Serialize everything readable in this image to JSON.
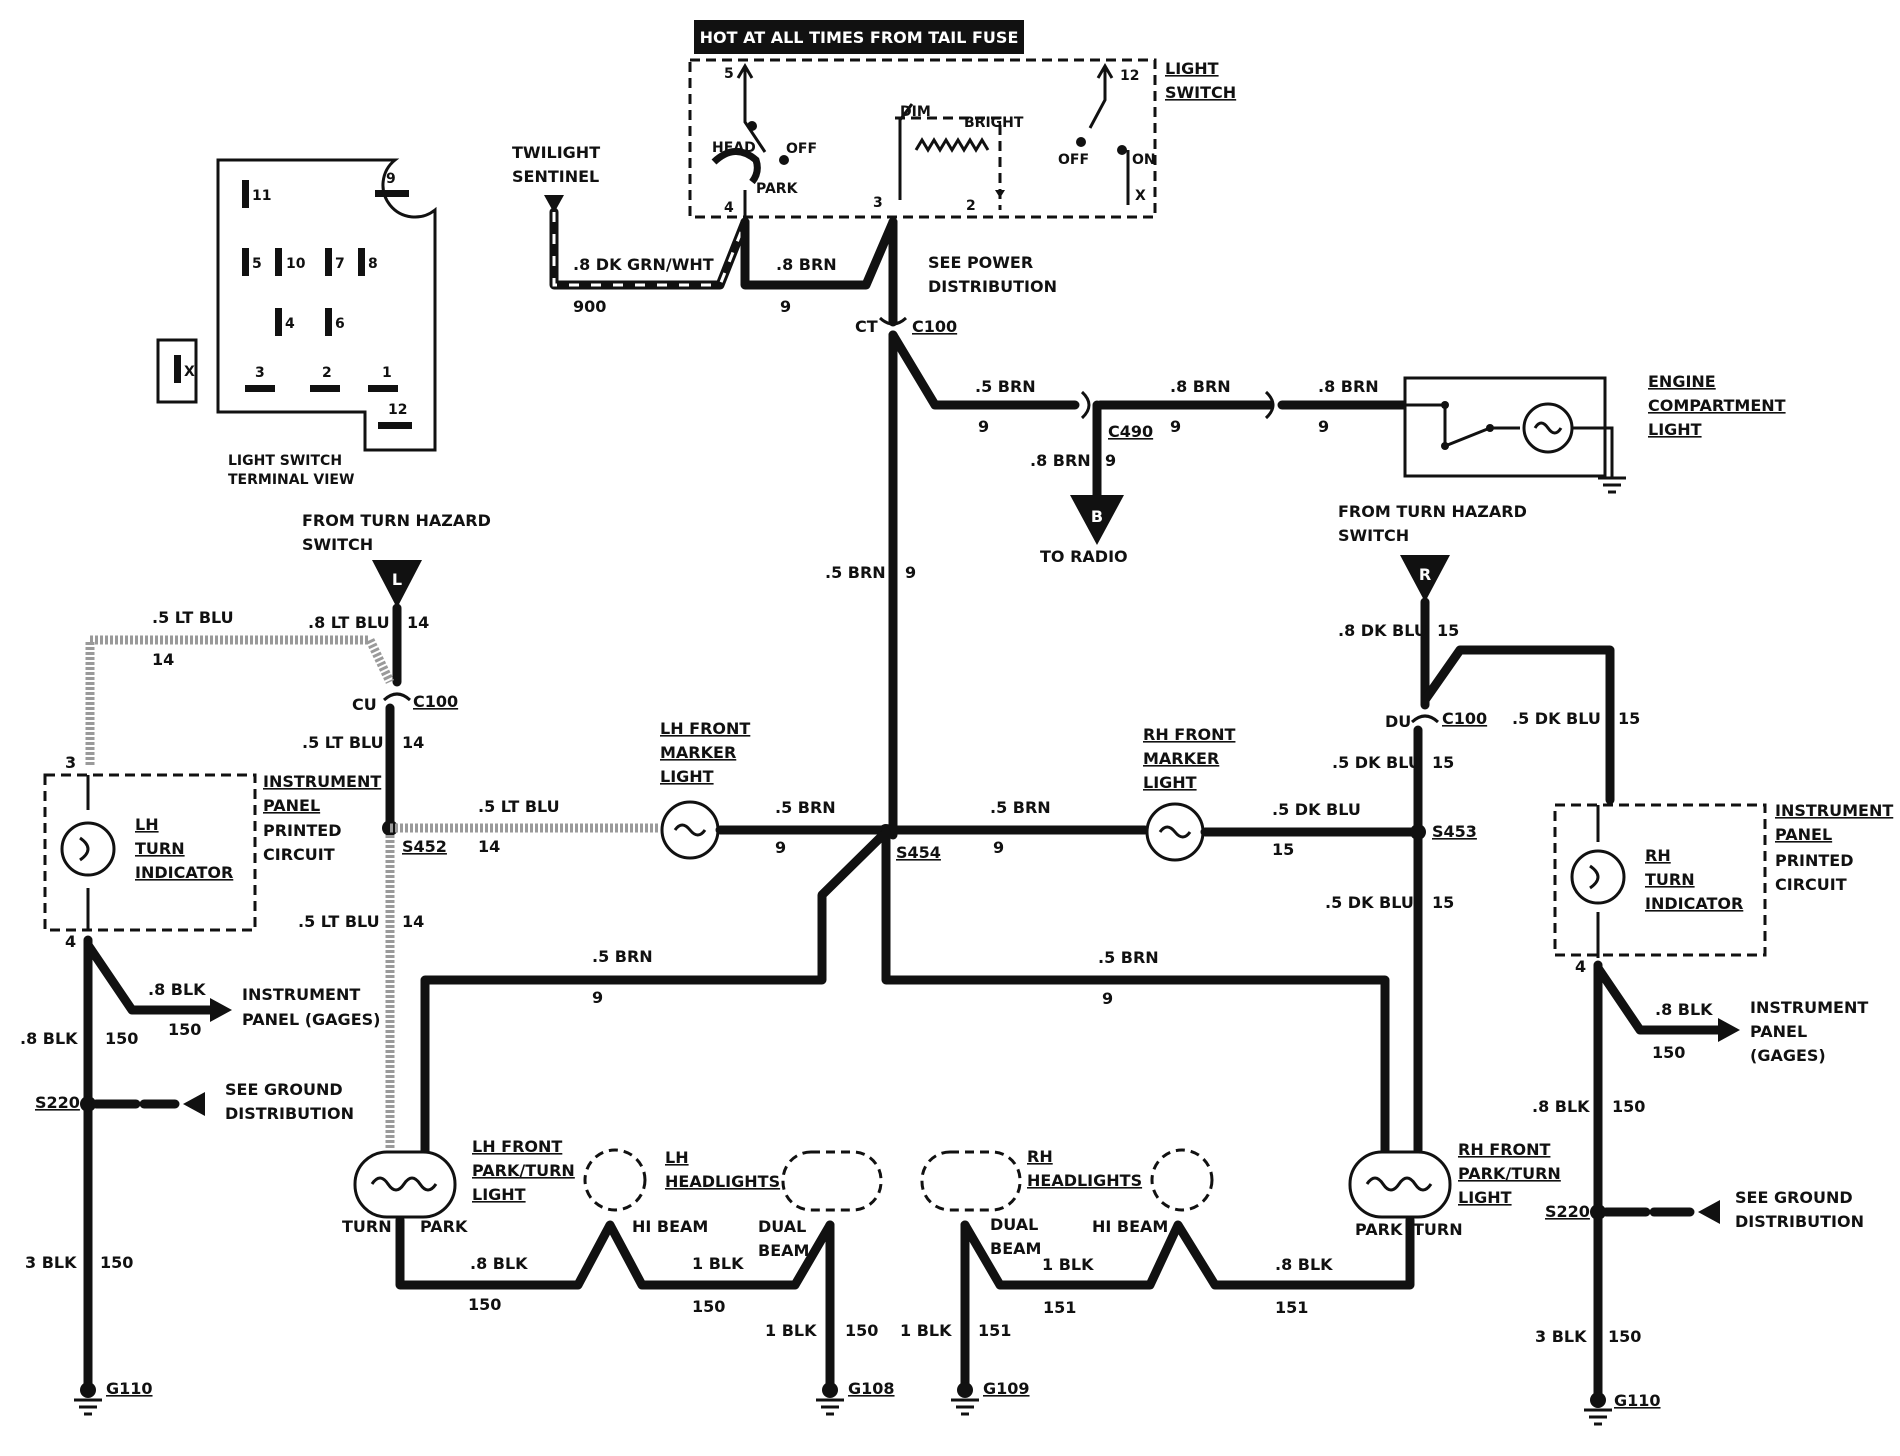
{
  "banner": "HOT AT ALL TIMES FROM TAIL FUSE",
  "light_switch": {
    "title": [
      "LIGHT",
      "SWITCH"
    ],
    "head": "HEAD",
    "off": "OFF",
    "park": "PARK",
    "dim": "DIM",
    "bright": "BRIGHT",
    "off2": "OFF",
    "on": "ON",
    "pins": {
      "p5": "5",
      "p12": "12",
      "p4": "4",
      "p3": "3",
      "p2": "2",
      "px": "X"
    }
  },
  "terminal_view": {
    "labels": [
      "11",
      "9",
      "5",
      "10",
      "7",
      "8",
      "4",
      "6",
      "3",
      "2",
      "1",
      "12",
      "X"
    ],
    "caption": [
      "LIGHT SWITCH",
      "TERMINAL VIEW"
    ]
  },
  "twilight": {
    "name": [
      "TWILIGHT",
      "SENTINEL"
    ],
    "wire": ".8 DK GRN/WHT",
    "circuit": "900"
  },
  "top_wires": {
    "brn": ".8 BRN",
    "circuit": "9",
    "see_power": [
      "SEE POWER",
      "DISTRIBUTION"
    ],
    "ct": "CT",
    "c100": "C100"
  },
  "engine_feed": {
    "w1": ".5 BRN",
    "c1": "9",
    "w2": ".8 BRN",
    "c2": "9",
    "w3": ".8 BRN",
    "c3": "9",
    "c490": "C490",
    "radio_wire": ".8 BRN",
    "radio_circuit": "9",
    "radio_letter": "B",
    "to_radio": "TO RADIO",
    "lamp": [
      "ENGINE",
      "COMPARTMENT",
      "LIGHT"
    ]
  },
  "center": {
    "wire": ".5 BRN",
    "circuit": "9",
    "splice": "S454"
  },
  "lh_turn": {
    "from": [
      "FROM TURN HAZARD",
      "SWITCH"
    ],
    "letter": "L",
    "w_top": ".8 LT BLU",
    "c_top": "14",
    "cu": "CU",
    "c100": "C100",
    "w_mid": ".5 LT BLU",
    "c_mid": "14",
    "splice": "S452",
    "w_low": ".5 LT BLU",
    "c_low": "14",
    "w_ind": ".5 LT BLU",
    "c_ind": "14"
  },
  "lh_marker": {
    "name": [
      "LH FRONT",
      "MARKER",
      "LIGHT"
    ],
    "w_left": ".5 LT BLU",
    "c_left": "14",
    "w_right": ".5 BRN",
    "c_right": "9"
  },
  "rh_marker": {
    "name": [
      "RH FRONT",
      "MARKER",
      "LIGHT"
    ],
    "w_left": ".5 BRN",
    "c_left": "9",
    "w_right": ".5 DK BLU",
    "c_right": "15"
  },
  "rh_turn": {
    "from": [
      "FROM TURN HAZARD",
      "SWITCH"
    ],
    "letter": "R",
    "w_top": ".8 DK BLU",
    "c_top": "15",
    "du": "DU",
    "c100": "C100",
    "w_mid": ".5 DK BLU",
    "c_mid": "15",
    "splice": "S453",
    "w_low": ".5 DK BLU",
    "c_low": "15",
    "w_ind": ".5 DK BLU",
    "c_ind": "15"
  },
  "lh_cluster": {
    "pin3": "3",
    "pin4": "4",
    "indicator": [
      "LH",
      "TURN",
      "INDICATOR"
    ],
    "panel": [
      "INSTRUMENT",
      "PANEL",
      "PRINTED",
      "CIRCUIT"
    ],
    "gage_wire": ".8 BLK",
    "gage_circuit": "150",
    "gages": [
      "INSTRUMENT",
      "PANEL (GAGES)"
    ],
    "w_a": ".8 BLK",
    "c_a": "150",
    "s220": "S220",
    "ground_dist": [
      "SEE GROUND",
      "DISTRIBUTION"
    ],
    "w_b": "3 BLK",
    "c_b": "150",
    "ground": "G110"
  },
  "rh_cluster": {
    "pin4": "4",
    "indicator": [
      "RH",
      "TURN",
      "INDICATOR"
    ],
    "panel": [
      "INSTRUMENT",
      "PANEL",
      "PRINTED",
      "CIRCUIT"
    ],
    "gage_wire": ".8 BLK",
    "gage_circuit": "150",
    "gages": [
      "INSTRUMENT",
      "PANEL",
      "(GAGES)"
    ],
    "w_a": ".8 BLK",
    "c_a": "150",
    "s220": "S220",
    "ground_dist": [
      "SEE GROUND",
      "DISTRIBUTION"
    ],
    "w_b": "3 BLK",
    "c_b": "150",
    "ground": "G110"
  },
  "bottom_left": {
    "brn": ".5 BRN",
    "brn_c": "9",
    "park_turn": [
      "LH FRONT",
      "PARK/TURN",
      "LIGHT"
    ],
    "turn": "TURN",
    "park": "PARK",
    "headlights": [
      "LH",
      "HEADLIGHTS"
    ],
    "hi_beam": "HI BEAM",
    "dual_beam": [
      "DUAL",
      "BEAM"
    ],
    "w1": ".8 BLK",
    "c1": "150",
    "w2": "1 BLK",
    "c2": "150",
    "w3": "1 BLK",
    "c3": "150",
    "ground": "G108"
  },
  "bottom_right": {
    "brn": ".5 BRN",
    "brn_c": "9",
    "park_turn": [
      "RH FRONT",
      "PARK/TURN",
      "LIGHT"
    ],
    "park": "PARK",
    "turn": "TURN",
    "headlights": [
      "RH",
      "HEADLIGHTS"
    ],
    "dual_beam": [
      "DUAL",
      "BEAM"
    ],
    "hi_beam": "HI BEAM",
    "w1": "1 BLK",
    "c1": "151",
    "w2": "1 BLK",
    "c2": "151",
    "w3": ".8 BLK",
    "c3": "151",
    "ground": "G109"
  }
}
